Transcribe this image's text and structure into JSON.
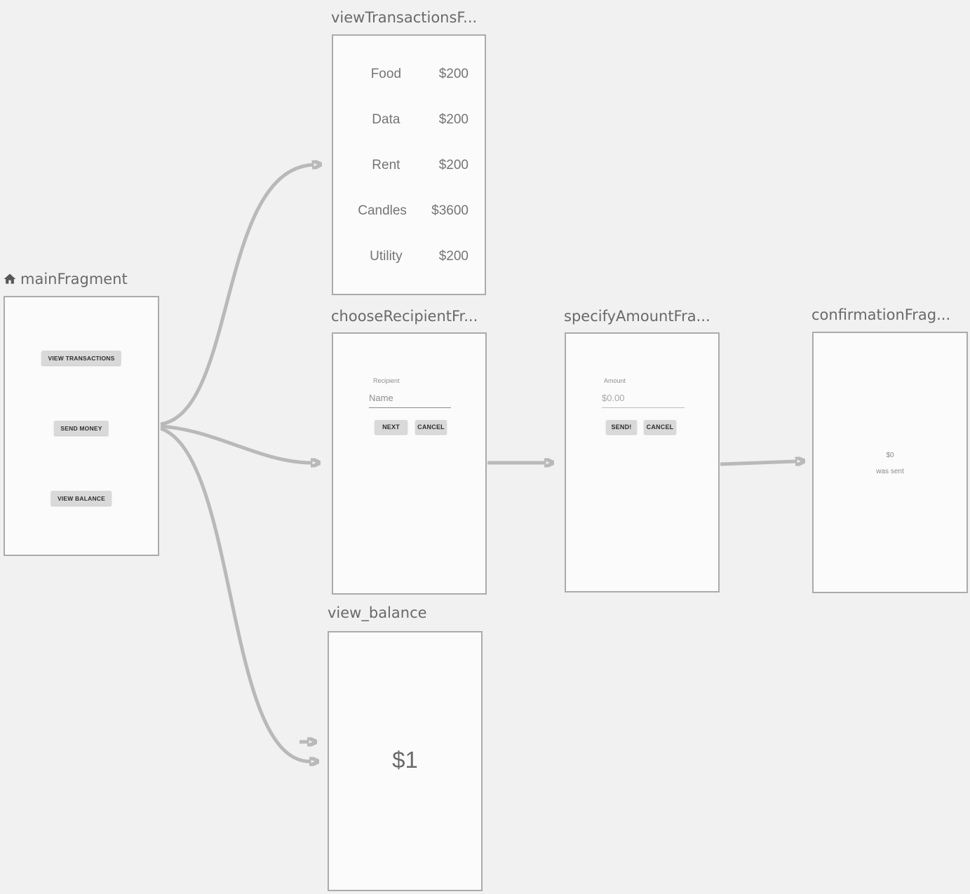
{
  "colors": {
    "background": "#f1f1f1",
    "card_background": "#fbfbfb",
    "card_border": "#ababab",
    "arrow": "#b9b9b9",
    "title_text": "#696969",
    "content_text": "#757575",
    "button_background": "#d9d9d9",
    "button_text": "#2e2e2e",
    "muted_text": "#8f8f8f"
  },
  "nodes": {
    "main": {
      "title": "mainFragment",
      "icon": "home-icon",
      "buttons": {
        "view_transactions": "VIEW TRANSACTIONS",
        "send_money": "SEND MONEY",
        "view_balance": "VIEW BALANCE"
      }
    },
    "view_transactions": {
      "title": "viewTransactionsF...",
      "transactions": [
        {
          "label": "Food",
          "value": "$200"
        },
        {
          "label": "Data",
          "value": "$200"
        },
        {
          "label": "Rent",
          "value": "$200"
        },
        {
          "label": "Candles",
          "value": "$3600"
        },
        {
          "label": "Utility",
          "value": "$200"
        }
      ]
    },
    "choose_recipient": {
      "title": "chooseRecipientFr...",
      "field_label": "Recipient",
      "input_placeholder": "Name",
      "next_button": "NEXT",
      "cancel_button": "CANCEL"
    },
    "specify_amount": {
      "title": "specifyAmountFra...",
      "field_label": "Amount",
      "input_placeholder": "$0.00",
      "send_button": "SEND!",
      "cancel_button": "CANCEL"
    },
    "confirmation": {
      "title": "confirmationFrag...",
      "amount": "$0",
      "caption": "was sent"
    },
    "view_balance": {
      "title": "view_balance",
      "balance": "$1"
    }
  }
}
